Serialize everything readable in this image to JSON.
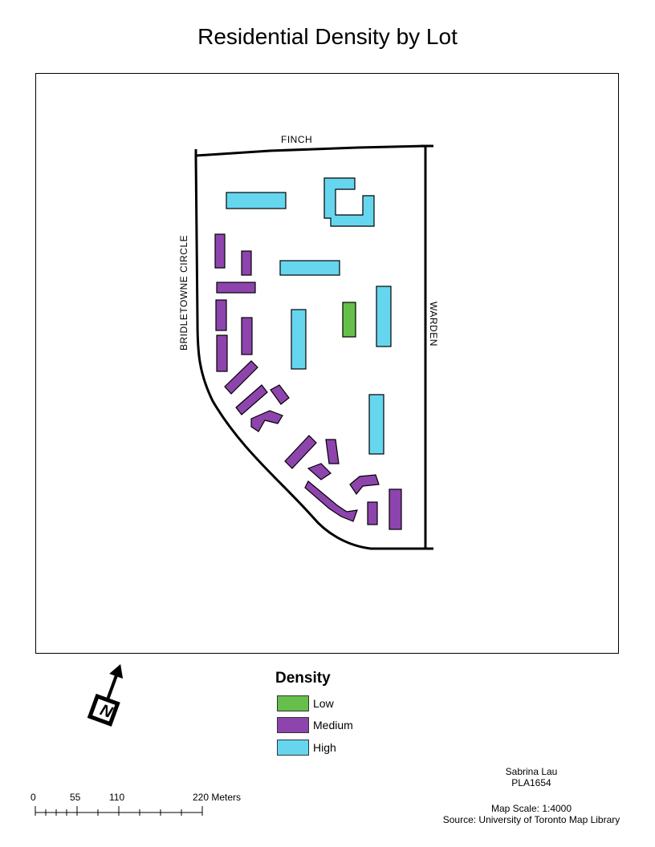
{
  "title": "Residential Density by Lot",
  "streets": {
    "north": "FINCH",
    "west": "BRIDLETOWNE CIRCLE",
    "east": "WARDEN"
  },
  "legend": {
    "title": "Density",
    "items": [
      {
        "label": "Low",
        "color": "#66bf4a"
      },
      {
        "label": "Medium",
        "color": "#8e44ad"
      },
      {
        "label": "High",
        "color": "#66d6ef"
      }
    ]
  },
  "north_arrow": {
    "label": "N"
  },
  "scale_bar": {
    "ticks": [
      "0",
      "55",
      "110",
      "220 Meters"
    ]
  },
  "credits": {
    "author": "Sabrina Lau",
    "course": "PLA1654",
    "scale": "Map Scale: 1:4000",
    "source": "Source: University of Toronto Map Library"
  }
}
